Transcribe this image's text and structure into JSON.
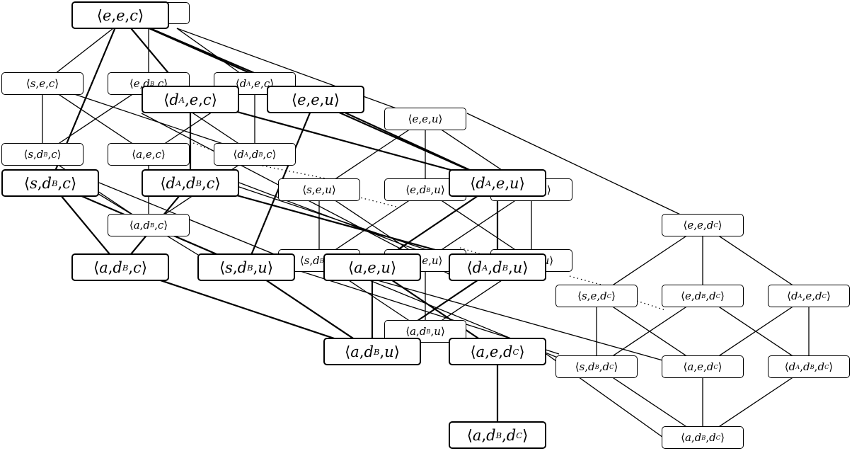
{
  "nodes": [
    {
      "id": "b_eeu",
      "label": "⟨e, e, u⟩"
    },
    {
      "id": "b_dAeu",
      "label": "⟨d_A, e, u⟩"
    },
    {
      "id": "b_eec",
      "label": "⟨e, e, c⟩"
    },
    {
      "id": "b_dAec",
      "label": "⟨d_A, e, c⟩"
    },
    {
      "id": "b_sdBc",
      "label": "⟨s, d_B, c⟩"
    },
    {
      "id": "b_dAdBc",
      "label": "⟨d_A, d_B, c⟩"
    },
    {
      "id": "b_adBc",
      "label": "⟨a, d_B, c⟩"
    },
    {
      "id": "b_sdBu",
      "label": "⟨s, d_B, u⟩"
    },
    {
      "id": "b_aeu",
      "label": "⟨a, e, u⟩"
    },
    {
      "id": "b_dAdBu",
      "label": "⟨d_A, d_B, u⟩"
    },
    {
      "id": "b_adBu",
      "label": "⟨a, d_B, u⟩"
    },
    {
      "id": "b_aedC",
      "label": "⟨a, e, d_C⟩"
    },
    {
      "id": "b_adBdC",
      "label": "⟨a, d_B, d_C⟩"
    },
    {
      "id": "s_sec",
      "label": "⟨s, e, c⟩"
    },
    {
      "id": "s_edBc",
      "label": "⟨e, d_B, c⟩"
    },
    {
      "id": "s_dAec",
      "label": "⟨d_A, e, c⟩"
    },
    {
      "id": "s_sdBc",
      "label": "⟨s, d_B, c⟩"
    },
    {
      "id": "s_aec",
      "label": "⟨a, e, c⟩"
    },
    {
      "id": "s_dAdBc",
      "label": "⟨d_A, d_B, c⟩"
    },
    {
      "id": "s_adBc",
      "label": "⟨a, d_B, c⟩"
    },
    {
      "id": "s_eeu",
      "label": "⟨e, e, u⟩"
    },
    {
      "id": "s_seu",
      "label": "⟨s, e, u⟩"
    },
    {
      "id": "s_edBu",
      "label": "⟨e, d_B, u⟩"
    },
    {
      "id": "s_dAeu",
      "label": "⟨d_A, e, u⟩"
    },
    {
      "id": "s_sdBu",
      "label": "⟨s, d_B, u⟩"
    },
    {
      "id": "s_aeu",
      "label": "⟨a, e, u⟩"
    },
    {
      "id": "s_dAdBu",
      "label": "⟨d_A, d_B, u⟩"
    },
    {
      "id": "s_adBu",
      "label": "⟨a, d_B, u⟩"
    },
    {
      "id": "s_eedC",
      "label": "⟨e, e, d_C⟩"
    },
    {
      "id": "s_sedC",
      "label": "⟨s, e, d_C⟩"
    },
    {
      "id": "s_edBdC",
      "label": "⟨e, d_B, d_C⟩"
    },
    {
      "id": "s_dAedC",
      "label": "⟨d_A, e, d_C⟩"
    },
    {
      "id": "s_sdBdC",
      "label": "⟨s, d_B, d_C⟩"
    },
    {
      "id": "s_aedC",
      "label": "⟨a, e, d_C⟩"
    },
    {
      "id": "s_dAdBdC",
      "label": "⟨d_A, d_B, d_C⟩"
    },
    {
      "id": "s_adBdC",
      "label": "⟨a, d_B, d_C⟩"
    }
  ]
}
